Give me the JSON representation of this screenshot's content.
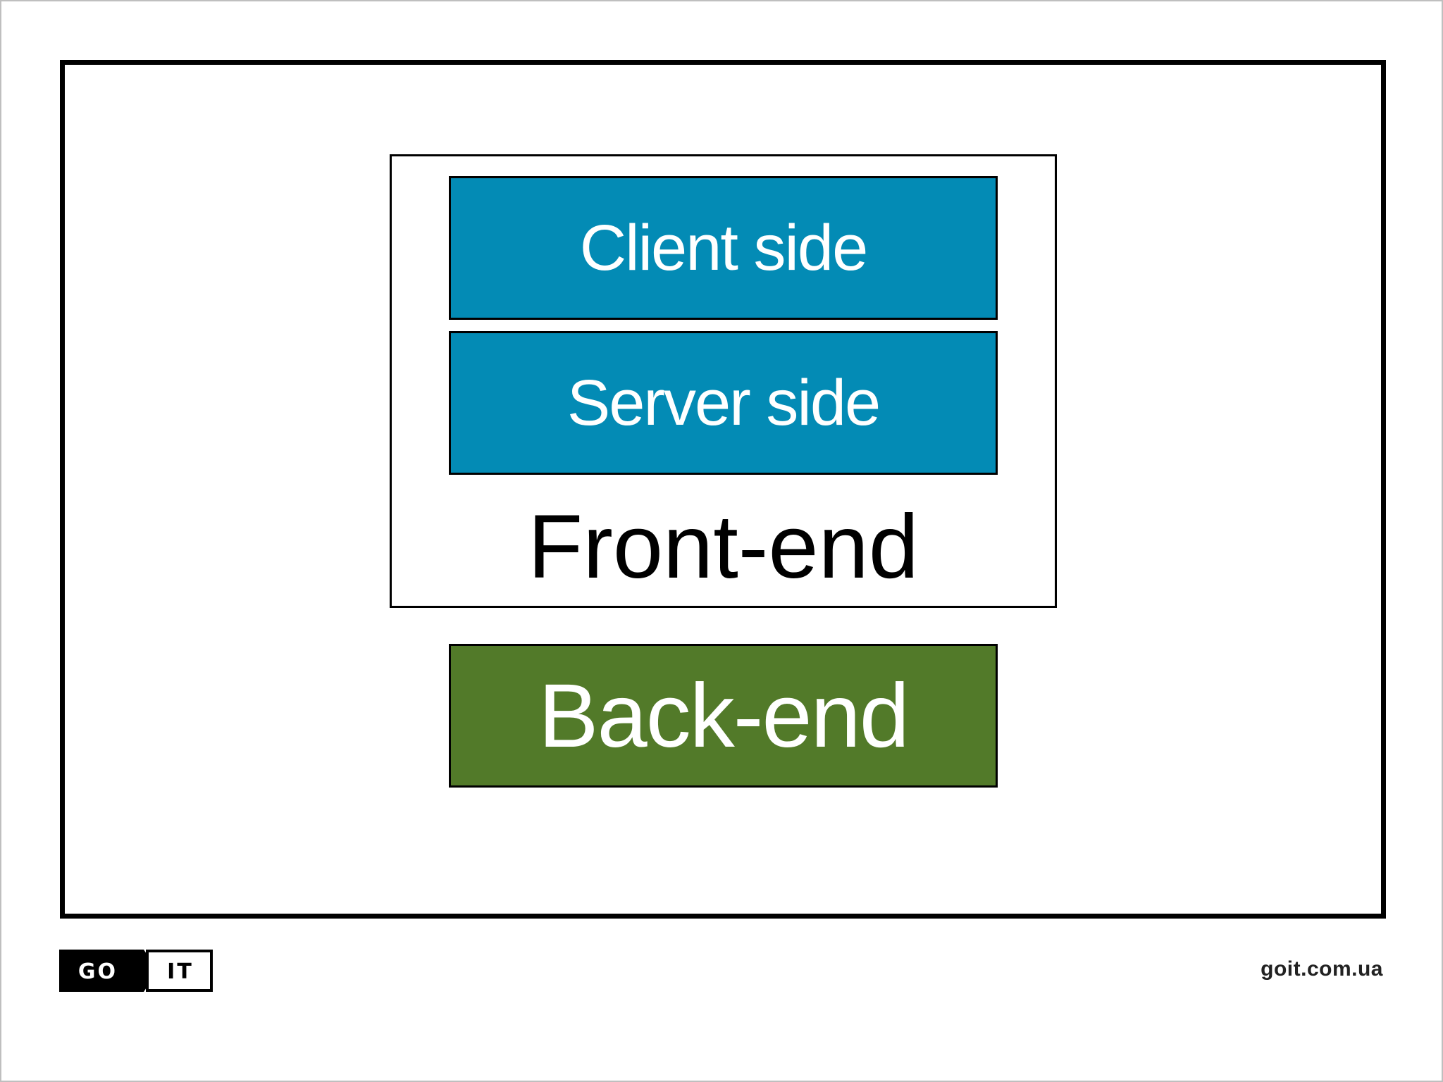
{
  "diagram": {
    "client_side_label": "Client side",
    "server_side_label": "Server side",
    "front_end_label": "Front-end",
    "back_end_label": "Back-end",
    "colors": {
      "client_side_fill": "#038bb5",
      "server_side_fill": "#038bb5",
      "back_end_fill": "#527a29"
    }
  },
  "footer": {
    "logo_left": "GO",
    "logo_right": "IT",
    "website": "goit.com.ua"
  }
}
